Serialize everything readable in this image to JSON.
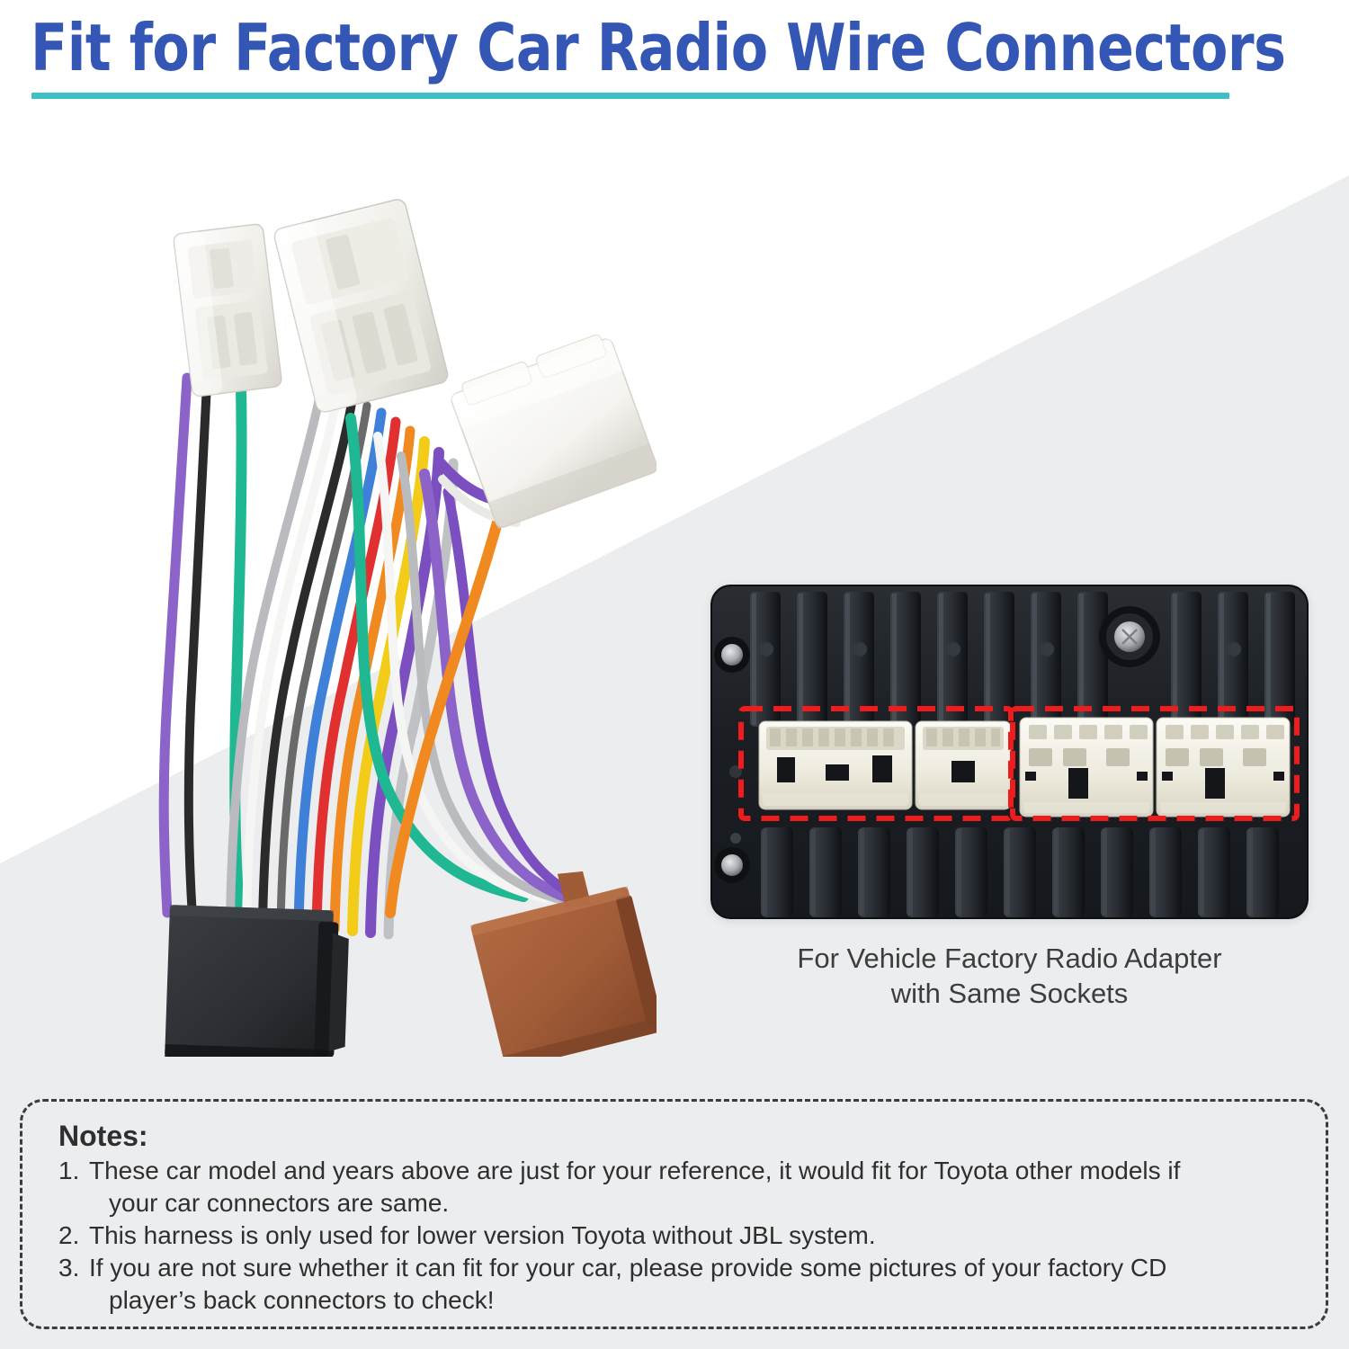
{
  "header": {
    "title": "Fit for Factory Car Radio Wire Connectors",
    "accent_color": "#3456B4",
    "rule_color": "#3EC0C6"
  },
  "background": {
    "base_color": "#ffffff",
    "wedge_color": "#ECEDEF"
  },
  "harness": {
    "alt": "Toyota factory car radio wire harness adapter with white, black and brown connectors",
    "connectors": [
      {
        "name": "white-connector-small",
        "color": "#F2F2EE"
      },
      {
        "name": "white-connector-large",
        "color": "#F4F3EF"
      },
      {
        "name": "white-connector-block",
        "color": "#FAFAF7"
      },
      {
        "name": "black-iso-connector",
        "color": "#2F3134"
      },
      {
        "name": "brown-iso-connector",
        "color": "#A65F3C"
      }
    ],
    "wire_colors": [
      "#8B63C9",
      "#23B491",
      "#A8A8A8",
      "#F2F2F2",
      "#232323",
      "#3F80D8",
      "#E03030",
      "#F2CC18",
      "#F08A20",
      "#7B4FC0",
      "#C9CBCF",
      "#5C5C5C"
    ]
  },
  "radio": {
    "alt": "Back of factory car head unit showing matching connector sockets",
    "chassis_color": "#1C1F23",
    "socket_color": "#EDEBE0",
    "highlight_color": "#EE1C1C",
    "highlight_label": "red-dashed-highlight",
    "caption_line1": "For Vehicle Factory Radio Adapter",
    "caption_line2": "with Same Sockets",
    "screws": 3,
    "highlight_boxes": 2
  },
  "notes": {
    "title": "Notes:",
    "items": [
      {
        "num": "1.",
        "line1": "These car model and years above are just for your reference, it would fit for Toyota other models if",
        "line2": "your car connectors are same."
      },
      {
        "num": "2.",
        "line1": "This harness is only used for lower version Toyota without JBL system.",
        "line2": ""
      },
      {
        "num": "3.",
        "line1": "If you are not sure whether it can fit for your car, please provide some pictures of your factory CD",
        "line2": "player’s back connectors to check!"
      }
    ],
    "border_style": "dashed",
    "border_color": "#3c3c3c"
  }
}
